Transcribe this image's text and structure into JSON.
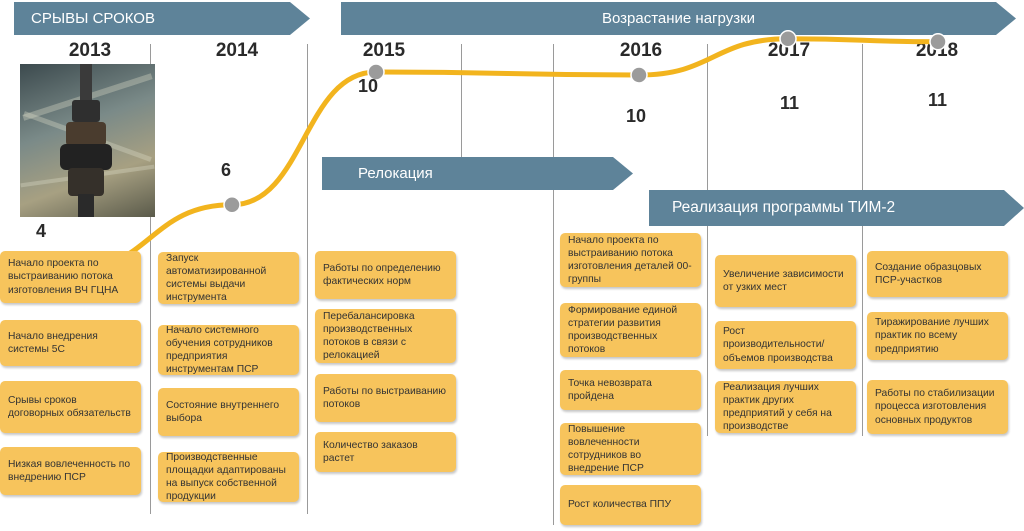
{
  "arrows": {
    "delays": "СРЫВЫ СРОКОВ",
    "load": "Возрастание нагрузки",
    "relocation": "Релокация",
    "tim2": "Реализация программы ТИМ-2"
  },
  "years": [
    "2013",
    "2014",
    "2015",
    "2016",
    "2017",
    "2018"
  ],
  "chart_data": {
    "type": "line",
    "series": [
      {
        "x": [
          "2013",
          "2014",
          "2015",
          "2016",
          "2017",
          "2018"
        ],
        "values": [
          4,
          6,
          10,
          10,
          11,
          11
        ]
      }
    ],
    "labels": [
      "4",
      "6",
      "10",
      "10",
      "11",
      "11"
    ],
    "color": "#f2b41e",
    "marker_color": "#9b9b9b"
  },
  "cards": {
    "col2013": [
      "Начало проекта по выстраиванию потока изготовления ВЧ ГЦНА",
      "Начало внедрения системы 5С",
      "Срывы сроков договорных обязательств",
      "Низкая вовлеченность по внедрению ПСР"
    ],
    "col2014": [
      "Запуск автоматизированной системы выдачи инструмента",
      "Начало системного обучения сотрудников предприятия инструментам ПСР",
      "Состояние внутреннего выбора",
      "Производственные площадки адаптированы на выпуск собственной продукции"
    ],
    "col2015": [
      "Работы по определению фактических норм",
      "Перебалансировка производственных потоков в связи с релокацией",
      "Работы по выстраиванию потоков",
      "Количество заказов растет"
    ],
    "col2016": [
      "Начало проекта по выстраиванию потока изготовления деталей 00-группы",
      "Формирование единой стратегии развития производственных потоков",
      "Точка невозврата пройдена",
      "Повышение вовлеченности сотрудников во внедрение ПСР",
      "Рост количества ППУ"
    ],
    "col2017": [
      "Увеличение зависимости от узких мест",
      "Рост производительности/объемов производства",
      "Реализация лучших практик других предприятий у себя на производстве"
    ],
    "col2018": [
      "Создание образцовых ПСР-участков",
      "Тиражирование лучших практик по всему предприятию",
      "Работы по стабилизации процесса изготовления основных продуктов"
    ]
  }
}
